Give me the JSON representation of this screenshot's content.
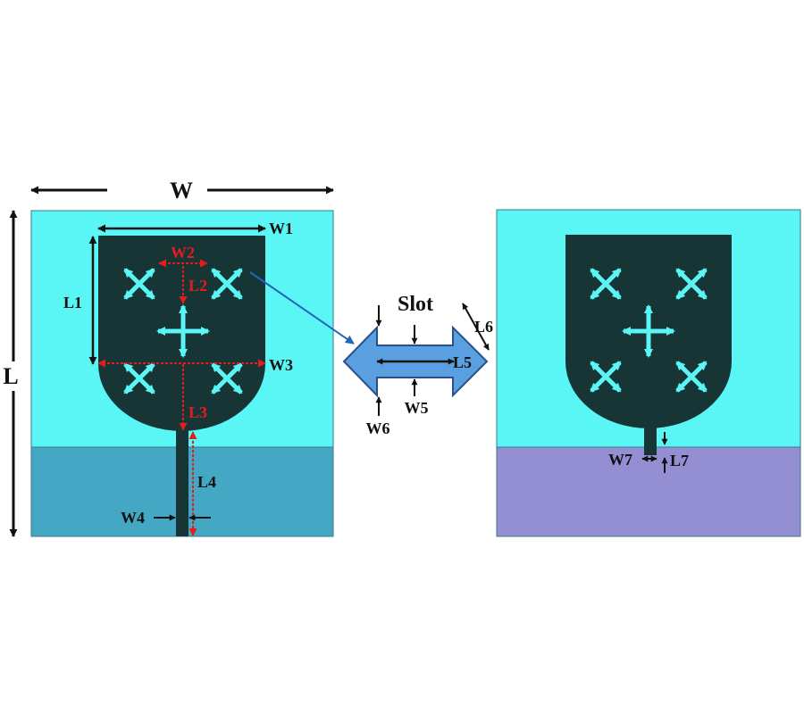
{
  "title": "Antenna geometry: front view, slot detail, back view",
  "colors": {
    "substrate": "#5af5f5",
    "patch": "#173535",
    "slot_fill": "#5aa0e1",
    "slot_outline": "#2a4f8a",
    "ground_front": "#44a7c4",
    "ground_back": "#948ed2",
    "dim_black": "#111111",
    "dim_red": "#e31d1d",
    "pointer": "#1f67b8"
  },
  "labels": {
    "W": "W",
    "L": "L",
    "W1": "W1",
    "W2": "W2",
    "L1": "L1",
    "L2": "L2",
    "W3": "W3",
    "L3": "L3",
    "L4": "L4",
    "W4": "W4",
    "slot_title": "Slot",
    "L5": "L5",
    "L6": "L6",
    "W5": "W5",
    "W6": "W6",
    "W7": "W7",
    "L7": "L7"
  },
  "icons": {
    "diagonal_cross_arrow": "four-way-diagonal-arrow-icon",
    "plus_cross_arrow": "four-way-arrow-icon"
  }
}
